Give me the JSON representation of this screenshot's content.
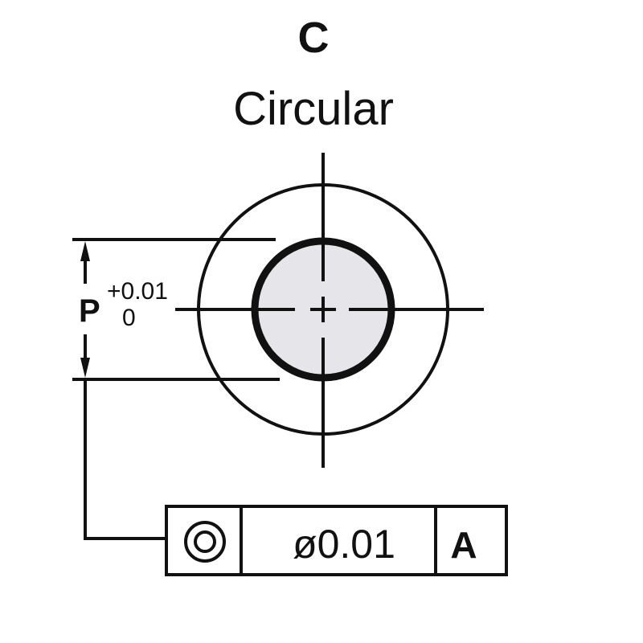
{
  "header": {
    "letter": "C",
    "title": "Circular"
  },
  "dimension": {
    "label": "P",
    "upper_tolerance": "+0.01",
    "lower_tolerance": "0"
  },
  "feature_control_frame": {
    "symbol": "concentricity",
    "tolerance": "ø0.01",
    "datum": "A"
  },
  "colors": {
    "line": "#111111",
    "fill": "#e6e6ea"
  }
}
